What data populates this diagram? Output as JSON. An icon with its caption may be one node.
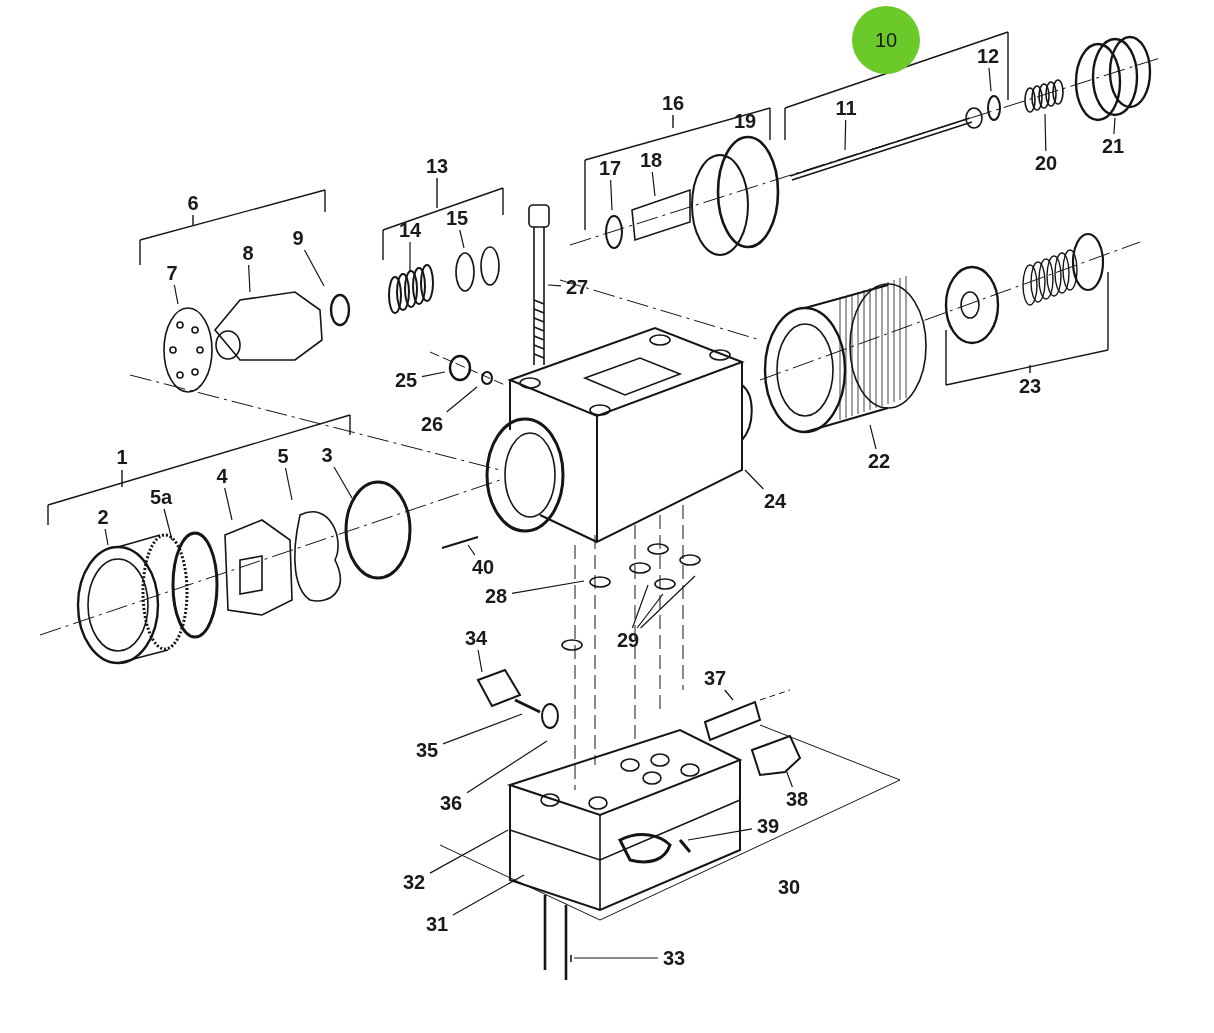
{
  "diagram": {
    "nodes": [
      {
        "text": [
          "10"
        ]
      },
      {
        "text": [
          "12"
        ]
      },
      {
        "text": [
          "19"
        ]
      },
      {
        "text": [
          "11"
        ]
      },
      {
        "text": [
          "21"
        ]
      },
      {
        "text": [
          "17"
        ]
      },
      {
        "text": [
          "18"
        ]
      },
      {
        "text": [
          "20"
        ]
      },
      {
        "text": [
          "15"
        ]
      },
      {
        "text": [
          "14"
        ]
      },
      {
        "text": [
          "9"
        ]
      },
      {
        "text": [
          "8"
        ]
      },
      {
        "text": [
          "7"
        ]
      },
      {
        "text": [
          "27"
        ]
      },
      {
        "text": [
          "25"
        ]
      },
      {
        "text": [
          "26"
        ]
      },
      {
        "text": [
          "3"
        ]
      },
      {
        "text": [
          "5"
        ]
      },
      {
        "text": [
          "22"
        ]
      },
      {
        "text": [
          "4"
        ]
      },
      {
        "text": [
          "5a"
        ]
      },
      {
        "text": [
          "24"
        ]
      },
      {
        "text": [
          "2"
        ]
      },
      {
        "text": [
          "40"
        ]
      },
      {
        "text": [
          "28"
        ]
      },
      {
        "text": [
          "29"
        ]
      },
      {
        "text": [
          "34"
        ]
      },
      {
        "text": [
          "37"
        ]
      },
      {
        "text": [
          "35"
        ]
      },
      {
        "text": [
          "38"
        ]
      },
      {
        "text": [
          "36"
        ]
      },
      {
        "text": [
          "39"
        ]
      },
      {
        "text": [
          "32"
        ]
      },
      {
        "text": [
          "31"
        ]
      },
      {
        "text": [
          "33"
        ]
      }
    ],
    "edges": [
      {
        "from": 1,
        "to": null,
        "arrow": "none"
      },
      {
        "from": 2,
        "to": null,
        "arrow": "none"
      },
      {
        "from": 3,
        "to": null,
        "arrow": "none"
      },
      {
        "from": 4,
        "to": null,
        "arrow": "none"
      },
      {
        "from": 5,
        "to": null,
        "arrow": "none"
      },
      {
        "from": 6,
        "to": null,
        "arrow": "none"
      },
      {
        "from": 7,
        "to": null,
        "arrow": "none"
      },
      {
        "from": 8,
        "to": null,
        "arrow": "none"
      },
      {
        "from": 9,
        "to": null,
        "arrow": "none"
      },
      {
        "from": 10,
        "to": null,
        "arrow": "none"
      },
      {
        "from": 11,
        "to": null,
        "arrow": "none"
      },
      {
        "from": 12,
        "to": null,
        "arrow": "none"
      },
      {
        "from": 13,
        "to": null,
        "arrow": "none"
      },
      {
        "from": 14,
        "to": null,
        "arrow": "none"
      },
      {
        "from": 15,
        "to": null,
        "arrow": "none"
      },
      {
        "from": 16,
        "to": null,
        "arrow": "none"
      },
      {
        "from": 17,
        "to": null,
        "arrow": "none"
      },
      {
        "from": 18,
        "to": null,
        "arrow": "none"
      },
      {
        "from": 19,
        "to": null,
        "arrow": "none"
      },
      {
        "from": 20,
        "to": null,
        "arrow": "none"
      },
      {
        "from": 21,
        "to": null,
        "arrow": "none"
      },
      {
        "from": 22,
        "to": null,
        "arrow": "none"
      },
      {
        "from": 23,
        "to": null,
        "arrow": "none"
      },
      {
        "from": 24,
        "to": null,
        "arrow": "none"
      },
      {
        "from": 25,
        "to": null,
        "arrow": "none"
      },
      {
        "from": 25,
        "to": null,
        "arrow": "none"
      },
      {
        "from": 25,
        "to": null,
        "arrow": "none"
      },
      {
        "from": 26,
        "to": null,
        "arrow": "none"
      },
      {
        "from": 27,
        "to": null,
        "arrow": "none"
      },
      {
        "from": 28,
        "to": null,
        "arrow": "none"
      },
      {
        "from": 29,
        "to": null,
        "arrow": "none"
      },
      {
        "from": 30,
        "to": null,
        "arrow": "none"
      },
      {
        "from": 31,
        "to": null,
        "arrow": "none"
      },
      {
        "from": 32,
        "to": null,
        "arrow": "none"
      },
      {
        "from": 33,
        "to": null,
        "arrow": "none"
      },
      {
        "from": 34,
        "to": null,
        "arrow": "none"
      }
    ],
    "labels": [
      "16",
      "6",
      "13",
      "23",
      "1",
      "30"
    ]
  }
}
